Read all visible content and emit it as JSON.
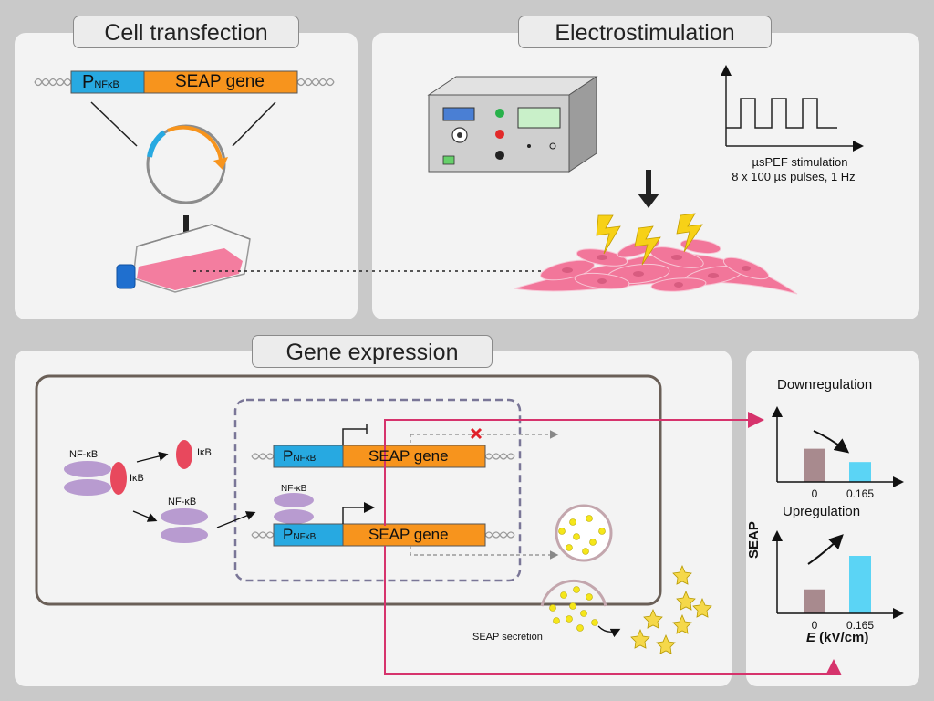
{
  "panels": {
    "transfection": {
      "title": "Cell transfection"
    },
    "electro": {
      "title": "Electrostimulation",
      "caption_line1": "µsPEF stimulation",
      "caption_line2": "8 x 100 µs pulses, 1 Hz"
    },
    "expression": {
      "title": "Gene expression"
    }
  },
  "construct": {
    "promoter_main": "P",
    "promoter_sub": "NFκB",
    "gene": "SEAP gene"
  },
  "molecules": {
    "nfkb": "NF-κB",
    "ikb": "IκB",
    "secretion": "SEAP secretion"
  },
  "charts": {
    "down": {
      "title": "Downregulation"
    },
    "up": {
      "title": "Upregulation",
      "ylabel": "SEAP",
      "xlabel_italic": "E",
      "xlabel_unit": " (kV/cm)"
    }
  },
  "chart_data": [
    {
      "type": "bar",
      "title": "Downregulation",
      "categories": [
        "0",
        "0.165"
      ],
      "values": [
        1.0,
        0.6
      ],
      "ylim": [
        0,
        2.2
      ],
      "colors": [
        "#a88a8e",
        "#5bd4f5"
      ],
      "trend": "down"
    },
    {
      "type": "bar",
      "title": "Upregulation",
      "categories": [
        "0",
        "0.165"
      ],
      "values": [
        1.0,
        2.4
      ],
      "ylim": [
        0,
        3.2
      ],
      "colors": [
        "#a88a8e",
        "#5bd4f5"
      ],
      "trend": "up",
      "ylabel": "SEAP",
      "xlabel": "E (kV/cm)"
    }
  ],
  "colors": {
    "promoter": "#27a9e1",
    "gene": "#f7941d",
    "cells": "#f2769a",
    "bolt": "#f7d117",
    "vesicle_fill": "#f5d84a",
    "ikb": "#e8485d",
    "nfkb": "#b89bd0",
    "arrow_pink": "#d6336c"
  }
}
